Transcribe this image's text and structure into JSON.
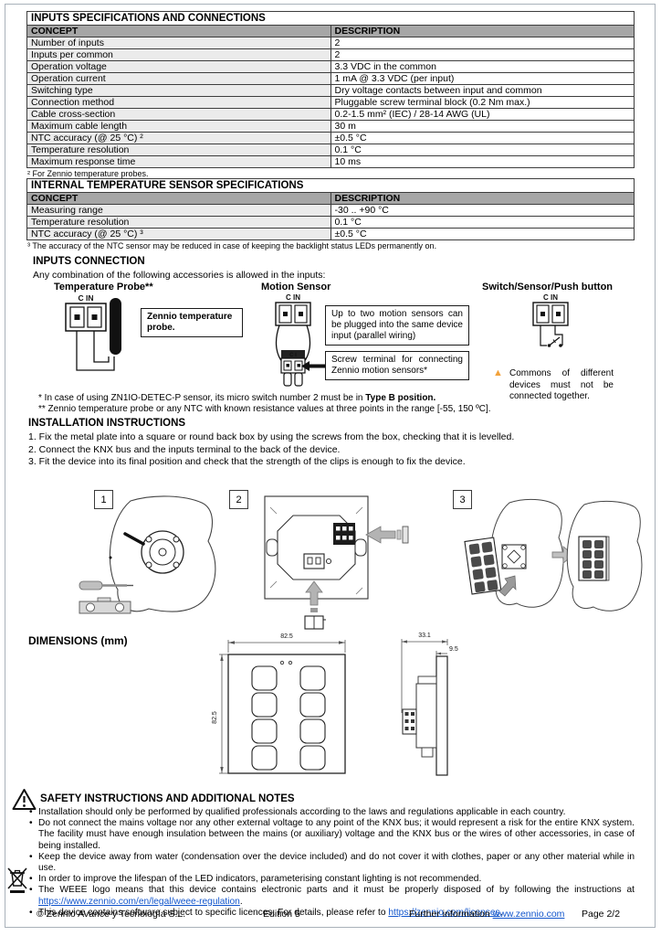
{
  "colors": {
    "table_header_bg": "#a6a6a6",
    "concept_column_bg": "#ebebeb",
    "link_blue": "#1155cc",
    "warning_orange": "#f2a23b"
  },
  "inputs_table": {
    "title": "INPUTS SPECIFICATIONS AND CONNECTIONS",
    "col_concept": "CONCEPT",
    "col_description": "DESCRIPTION",
    "rows": [
      {
        "concept": "Number of inputs",
        "description": "2"
      },
      {
        "concept": "Inputs per common",
        "description": "2"
      },
      {
        "concept": "Operation voltage",
        "description": "3.3 VDC in the common"
      },
      {
        "concept": "Operation current",
        "description": "1 mA @ 3.3 VDC (per input)"
      },
      {
        "concept": "Switching type",
        "description": "Dry voltage contacts between input and common"
      },
      {
        "concept": "Connection method",
        "description": "Pluggable screw terminal block (0.2 Nm max.)"
      },
      {
        "concept": "Cable cross-section",
        "description": "0.2-1.5 mm² (IEC) / 28-14 AWG (UL)"
      },
      {
        "concept": "Maximum cable length",
        "description": "30 m"
      },
      {
        "concept": "NTC accuracy (@ 25 °C) ²",
        "description": "±0.5 °C"
      },
      {
        "concept": "Temperature resolution",
        "description": "0.1 °C"
      },
      {
        "concept": "Maximum response time",
        "description": "10 ms"
      }
    ],
    "footnote": "² For Zennio temperature probes."
  },
  "sensor_table": {
    "title": "INTERNAL TEMPERATURE SENSOR SPECIFICATIONS",
    "col_concept": "CONCEPT",
    "col_description": "DESCRIPTION",
    "rows": [
      {
        "concept": "Measuring range",
        "description": "-30 .. +90 °C"
      },
      {
        "concept": "Temperature resolution",
        "description": "0.1 °C"
      },
      {
        "concept": "NTC accuracy (@ 25 °C) ³",
        "description": "±0.5 °C"
      }
    ],
    "footnote": "³ The accuracy of the NTC sensor may be reduced in case of keeping the backlight status LEDs permanently on."
  },
  "inputs_connection": {
    "title": "INPUTS CONNECTION",
    "intro": "Any combination of the following accessories is allowed in the inputs:",
    "labels": {
      "c_in": "C IN",
      "c_i": "C I"
    },
    "temperature_probe": {
      "title": "Temperature Probe**",
      "note": "Zennio temperature probe."
    },
    "motion_sensor": {
      "title": "Motion Sensor",
      "note_parallel": "Up to two motion sensors can be plugged into the same device input (parallel wiring)",
      "note_screw": "Screw terminal for connecting Zennio motion sensors*"
    },
    "switch": {
      "title": "Switch/Sensor/Push button",
      "warning": "Commons of different devices must not be connected together."
    },
    "footnote_1_text": "* In case of using ZN1IO-DETEC-P sensor, its micro switch number 2 must be in ",
    "footnote_1_bold": "Type B position.",
    "footnote_2": "** Zennio temperature probe or any NTC with known resistance values at three points in the range [-55, 150 ºC]."
  },
  "installation": {
    "title": "INSTALLATION INSTRUCTIONS",
    "steps": [
      "1. Fix the metal plate into a square or round back box by using the screws from the box, checking that it is levelled.",
      "2. Connect the KNX bus and the inputs terminal to the back of the device.",
      "3. Fit the device into its final position and check that the strength of the clips is enough to fix the device."
    ],
    "figure_numbers": [
      "1",
      "2",
      "3"
    ]
  },
  "dimensions": {
    "title": "DIMENSIONS (mm)",
    "front_width": "82.5",
    "front_height": "82.5",
    "side_depth": "33.1",
    "panel_depth": "9.5"
  },
  "safety": {
    "title": "SAFETY INSTRUCTIONS AND ADDITIONAL NOTES",
    "bullets": [
      "Installation should only be performed by qualified professionals according to the laws and regulations applicable in each country.",
      "Do not connect the mains voltage nor any other external voltage to any point of the KNX bus; it would represent a risk for the entire KNX system. The facility must have enough insulation between the mains (or auxiliary) voltage and the KNX bus or the wires of other accessories, in case of being installed.",
      "Keep the device away from water (condensation over the device included) and do not cover it with clothes, paper or any other material while in use.",
      "In order to improve the lifespan of the LED indicators, parameterising constant lighting is not recommended."
    ],
    "weee_bullet_text": "The WEEE logo means that this device contains electronic parts and it must be properly disposed of by following the instructions at ",
    "weee_link": "https://www.zennio.com/en/legal/weee-regulation",
    "weee_suffix": ".",
    "licences_bullet_text": "This device contains software subject to specific licences. For details, please refer to ",
    "licences_link": "https://zennio.com/licenses",
    "licences_suffix": "."
  },
  "footer": {
    "copyright": "© Zennio Avance y Tecnología S.L.",
    "edition": "Edition 5",
    "further_info": "Further information ",
    "further_link": "www.zennio.com",
    "page": "Page 2/2"
  }
}
